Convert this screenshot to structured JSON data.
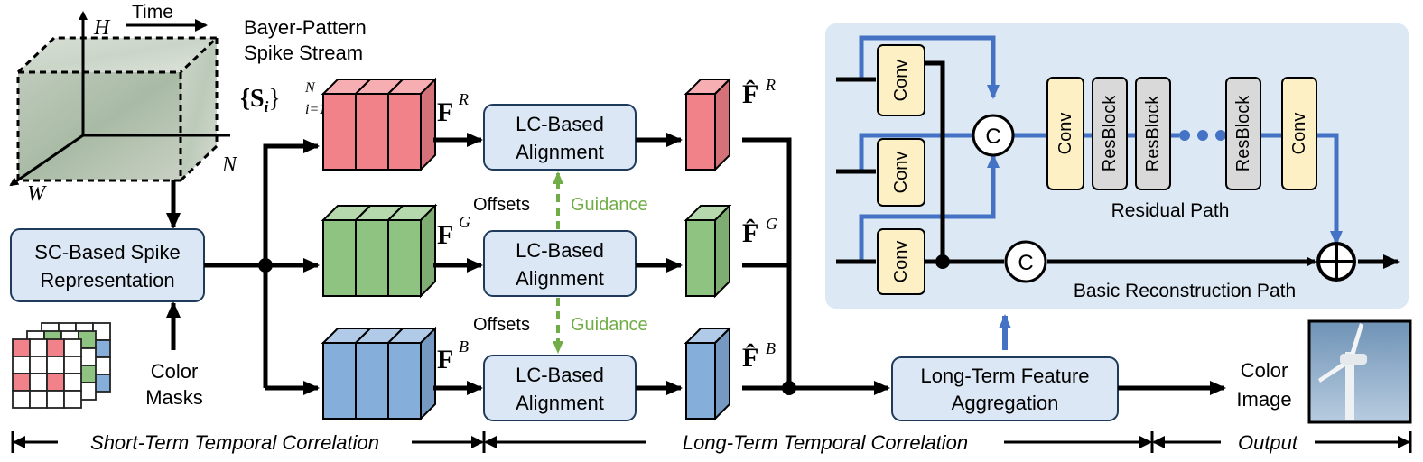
{
  "input": {
    "axis_time": "Time",
    "axis_h": "H",
    "axis_w": "W",
    "axis_n": "N",
    "title_line1": "Bayer-Pattern",
    "title_line2": "Spike Stream",
    "formula_base": "{S",
    "formula_sub": "i",
    "formula_close": "}",
    "formula_sup": "N",
    "formula_lower": "i=1"
  },
  "representation": {
    "line1": "SC-Based Spike",
    "line2": "Representation"
  },
  "masks": {
    "line1": "Color",
    "line2": "Masks"
  },
  "features": {
    "r": "F",
    "g": "F",
    "b": "F",
    "r_sup": "R",
    "g_sup": "G",
    "b_sup": "B",
    "hat_r": "F̂",
    "hat_g": "F̂",
    "hat_b": "F̂"
  },
  "alignment": {
    "line1": "LC-Based",
    "line2": "Alignment"
  },
  "guidance": {
    "offsets": "Offsets",
    "guidance": "Guidance"
  },
  "aggregation": {
    "line1": "Long-Term Feature",
    "line2": "Aggregation"
  },
  "detail": {
    "conv": "Conv",
    "resblock": "ResBlock",
    "concat": "C",
    "residual_path": "Residual Path",
    "basic_path": "Basic Reconstruction Path"
  },
  "output": {
    "line1": "Color",
    "line2": "Image"
  },
  "stages": {
    "short": "Short-Term Temporal Correlation",
    "long": "Long-Term Temporal Correlation",
    "output": "Output"
  },
  "colors": {
    "red": "#f2828a",
    "green": "#8fc381",
    "blue": "#85aedb",
    "node_fill": "#dbe7f5",
    "panel": "#dce8f4",
    "conv_fill": "#fdf0c5",
    "res_fill": "#d9d9d9",
    "flow_blue": "#4472c4",
    "guidance_green": "#70ad47"
  }
}
